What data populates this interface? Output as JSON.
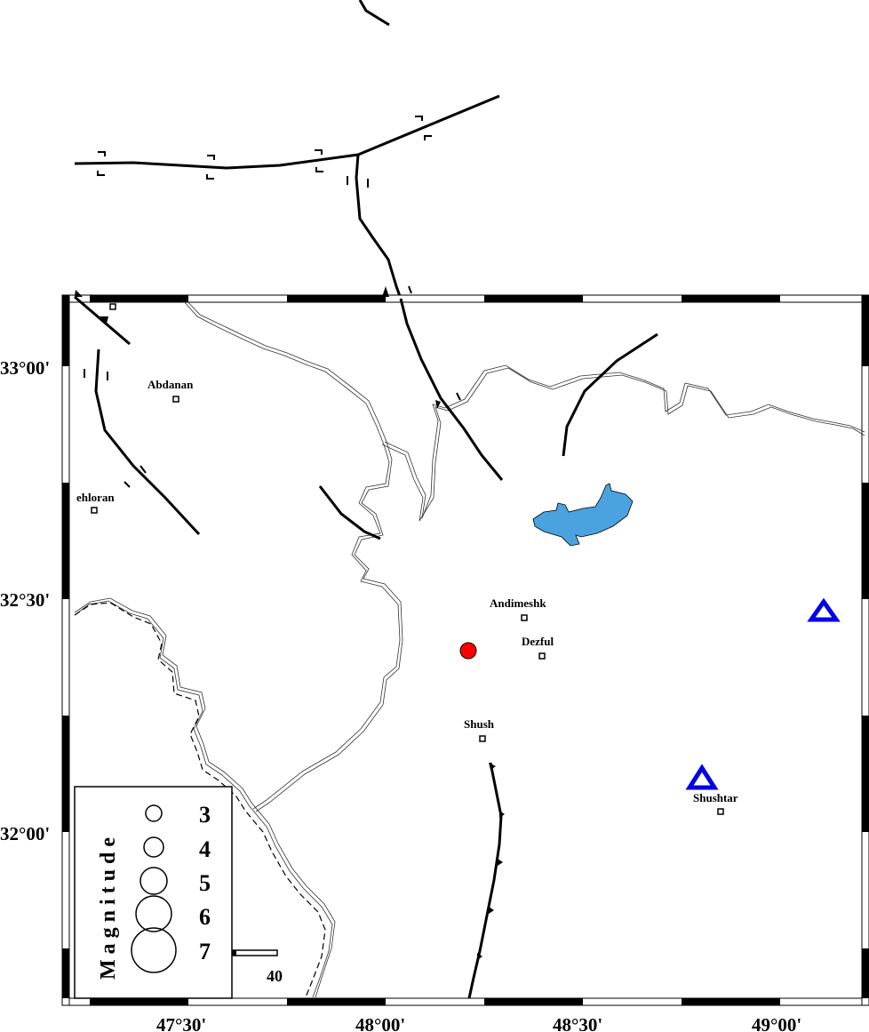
{
  "map": {
    "axes": {
      "x_ticks": [
        "47°30'",
        "48°00'",
        "48°30'",
        "49°00'"
      ],
      "y_ticks": [
        "33°00'",
        "32°30'",
        "32°00'"
      ]
    },
    "cities": [
      {
        "name": "Abdanan"
      },
      {
        "name": "ehloran"
      },
      {
        "name": "Andimeshk"
      },
      {
        "name": "Dezful"
      },
      {
        "name": "Shush"
      },
      {
        "name": "Shushtar"
      }
    ],
    "epicenter": {
      "color": "#ff0000"
    },
    "stations": {
      "color": "#0000e6",
      "count": 2
    },
    "reservoir": {
      "color": "#4aa3df"
    },
    "legend": {
      "title": "Magnitude",
      "magnitudes": [
        "3",
        "4",
        "5",
        "6",
        "7"
      ]
    },
    "scale_bar": {
      "label": "40"
    }
  }
}
